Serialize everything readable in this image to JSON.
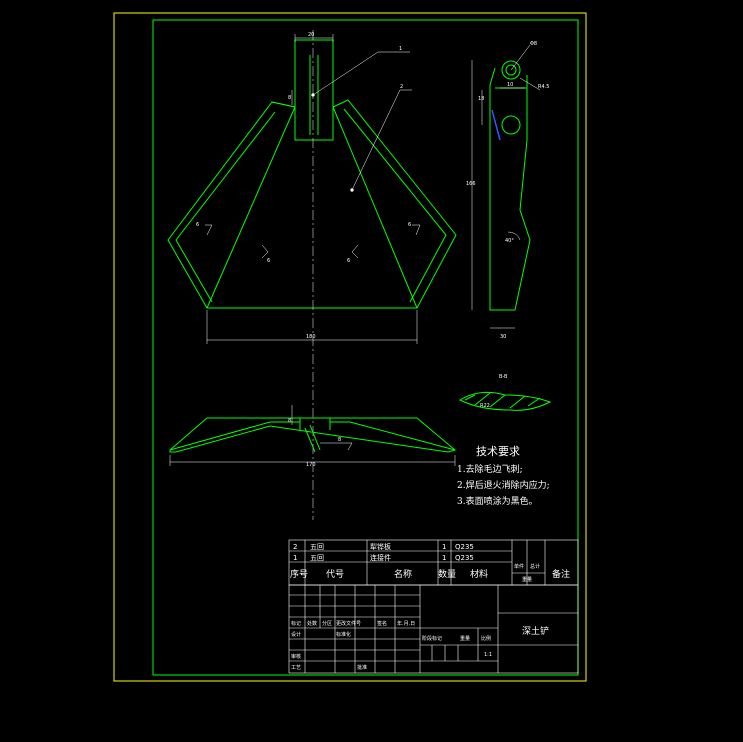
{
  "drawing": {
    "colors": {
      "background": "#000000",
      "outer_border": "#ffff00",
      "inner_border": "#00ff00",
      "geometry": "#00ff00",
      "dimension": "#ffffff",
      "hidden": "#3355ff"
    },
    "dimensions": {
      "top_width": "20",
      "slot_height": "8",
      "bottom_width": "180",
      "total_length": "170",
      "side_hole": "Φ8",
      "side_radius": "R4.5",
      "side_offset": "18",
      "side_height": "166",
      "side_bottom": "30",
      "side_top": "10",
      "side_angle": "40°",
      "front_height": "8",
      "front_width_small": "8"
    },
    "leaders": {
      "item1": "1",
      "item2": "2"
    },
    "section_label": "B-B",
    "section_dim": "R22",
    "weld_marks": [
      "6",
      "6",
      "6",
      "6"
    ],
    "technical_requirements": {
      "title": "技术要求",
      "items": [
        "1.去除毛边飞刺;",
        "2.焊后退火消除内应力;",
        "3.表面喷涂为黑色。"
      ]
    },
    "parts_list": {
      "rows": [
        {
          "no": "2",
          "code": "五回",
          "name": "犁铧板",
          "qty": "1",
          "material": "Q235"
        },
        {
          "no": "1",
          "code": "五回",
          "name": "连接件",
          "qty": "1",
          "material": "Q235"
        }
      ],
      "header": {
        "no": "序号",
        "code": "代号",
        "name": "名称",
        "qty": "数量",
        "material": "材料",
        "unit_weight": "单件",
        "total_weight": "总计",
        "weight": "重量",
        "remark": "备注"
      }
    },
    "title_block": {
      "part_name": "深土铲",
      "revision_row": [
        "标记",
        "处数",
        "分区",
        "更改文件号",
        "签名",
        "年.月.日"
      ],
      "roles": [
        "设计",
        "审核",
        "工艺"
      ],
      "standardize": "标准化",
      "approve": "批准",
      "stage_header": [
        "阶段标记",
        "重量",
        "比例"
      ],
      "scale": "1:1"
    }
  }
}
